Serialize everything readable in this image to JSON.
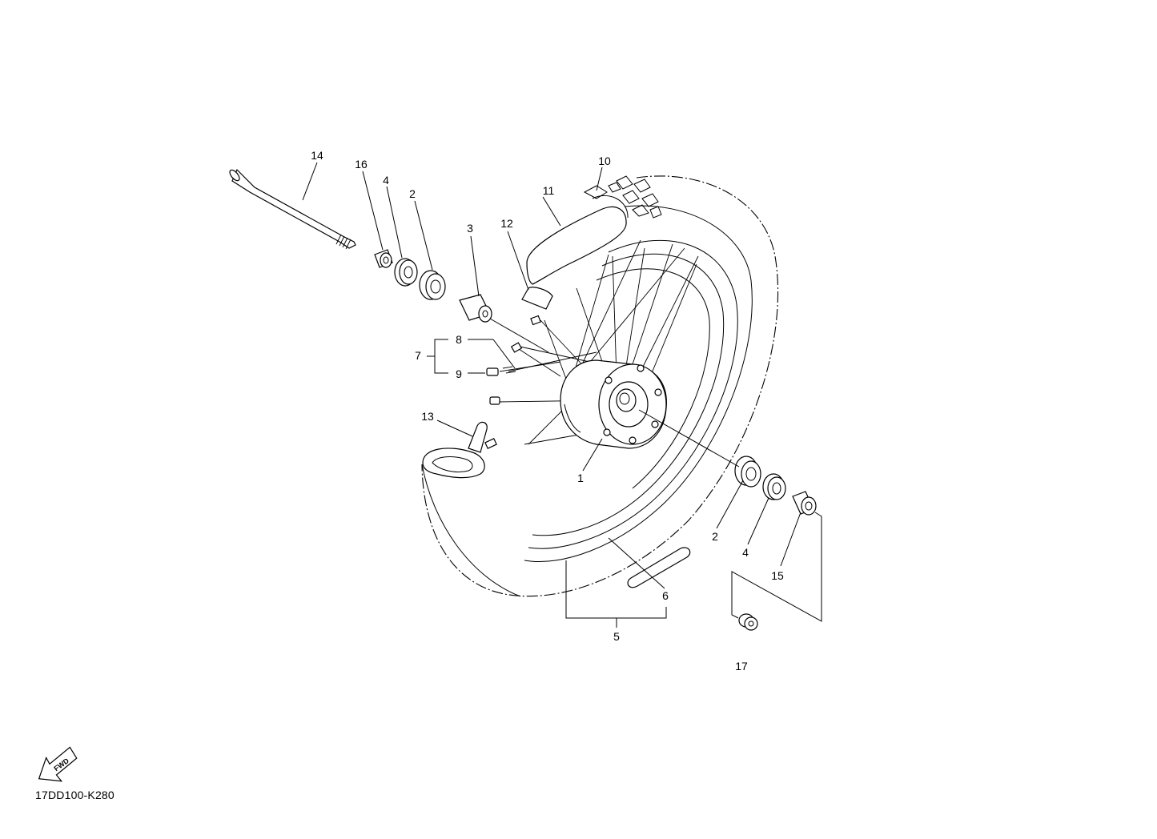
{
  "diagram_code": "17DD100-K280",
  "fwd_icon": {
    "icon": "fwd-arrow-icon",
    "text": "FWD"
  },
  "callouts": [
    {
      "key": "c14a",
      "text": "14"
    },
    {
      "key": "c16",
      "text": "16"
    },
    {
      "key": "c4a",
      "text": "4"
    },
    {
      "key": "c2a",
      "text": "2"
    },
    {
      "key": "c3",
      "text": "3"
    },
    {
      "key": "c12",
      "text": "12"
    },
    {
      "key": "c11",
      "text": "11"
    },
    {
      "key": "c10",
      "text": "10"
    },
    {
      "key": "c7",
      "text": "7"
    },
    {
      "key": "c8",
      "text": "8"
    },
    {
      "key": "c9",
      "text": "9"
    },
    {
      "key": "c13",
      "text": "13"
    },
    {
      "key": "c1",
      "text": "1"
    },
    {
      "key": "c2b",
      "text": "2"
    },
    {
      "key": "c4b",
      "text": "4"
    },
    {
      "key": "c15",
      "text": "15"
    },
    {
      "key": "c6",
      "text": "6"
    },
    {
      "key": "c5",
      "text": "5"
    },
    {
      "key": "c17",
      "text": "17"
    }
  ]
}
